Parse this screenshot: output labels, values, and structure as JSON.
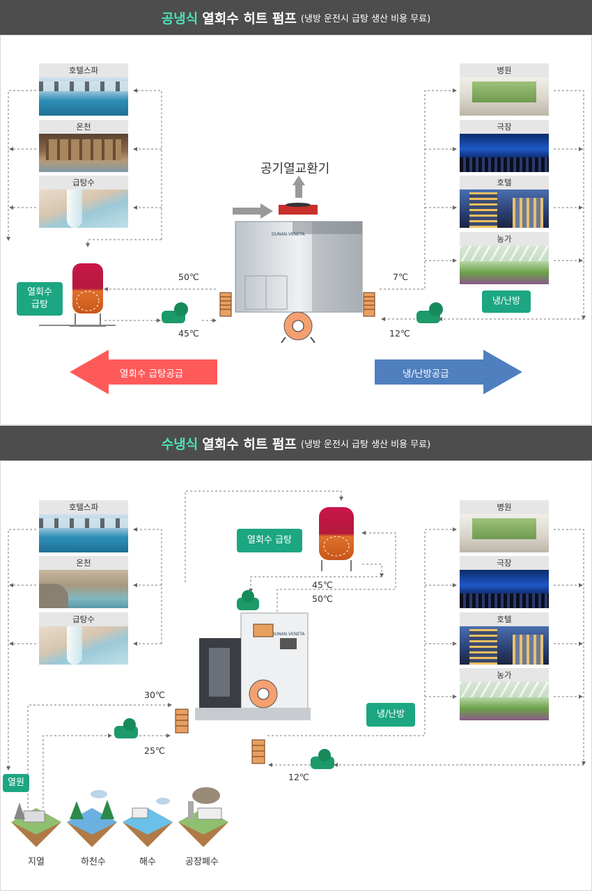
{
  "section1": {
    "highlight": "공냉식",
    "title": "열회수 히트 펌프",
    "subtitle": "(냉방 운전시 급탕 생산 비용 무료)",
    "left_cards": [
      "호텔스파",
      "온천",
      "급탕수"
    ],
    "right_cards": [
      "병원",
      "극장",
      "호텔",
      "농가"
    ],
    "air_exchanger_label": "공기열교환기",
    "left_badge": "열회수\n급탕",
    "right_badge": "냉/난방",
    "temp_hot_out": "50℃",
    "temp_hot_in": "45℃",
    "temp_cold_out": "7℃",
    "temp_cold_in": "12℃",
    "left_arrow_label": "열회수 급탕공급",
    "right_arrow_label": "냉/난방공급"
  },
  "section2": {
    "highlight": "수냉식",
    "title": "열회수 히트 펌프",
    "subtitle": "(냉방 운전시 급탕 생산 비용 무료)",
    "left_cards": [
      "호텔스파",
      "온천",
      "급탕수"
    ],
    "right_cards": [
      "병원",
      "극장",
      "호텔",
      "농가"
    ],
    "hot_badge": "열회수 급탕",
    "right_badge": "냉/난방",
    "source_badge": "열원",
    "temp_hot_in": "45℃",
    "temp_hot_out": "50℃",
    "temp_src_out": "30℃",
    "temp_src_in": "25℃",
    "temp_cold_in": "12℃",
    "sources": [
      "지열",
      "하천수",
      "해수",
      "공장폐수"
    ]
  },
  "colors": {
    "banner_bg": "#4d4d4d",
    "highlight": "#4de0b4",
    "badge": "#1da682",
    "hot_arrow": "#ff5a5a",
    "cold_arrow": "#4f7fbf"
  }
}
